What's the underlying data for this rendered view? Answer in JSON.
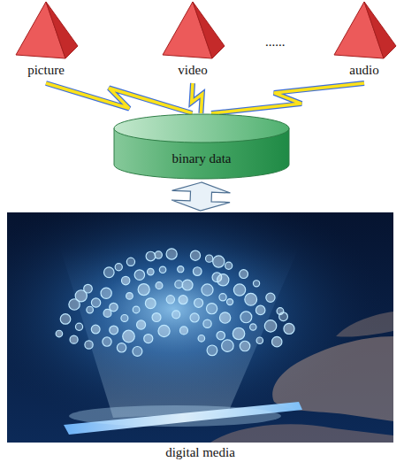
{
  "diagram": {
    "nodes": [
      {
        "text": [
          "picture"
        ]
      },
      {
        "text": [
          "video"
        ]
      },
      {
        "text": [
          "audio"
        ]
      },
      {
        "text": [
          "binary data"
        ]
      },
      {
        "text": [
          "digital media"
        ]
      }
    ],
    "edges": [
      {
        "from": 0,
        "to": 3,
        "arrow": "none"
      },
      {
        "from": 1,
        "to": 3,
        "arrow": "none"
      },
      {
        "from": 2,
        "to": 3,
        "arrow": "none"
      },
      {
        "from": 3,
        "to": 4,
        "arrow": "both"
      }
    ],
    "labels": [
      "......"
    ]
  }
}
